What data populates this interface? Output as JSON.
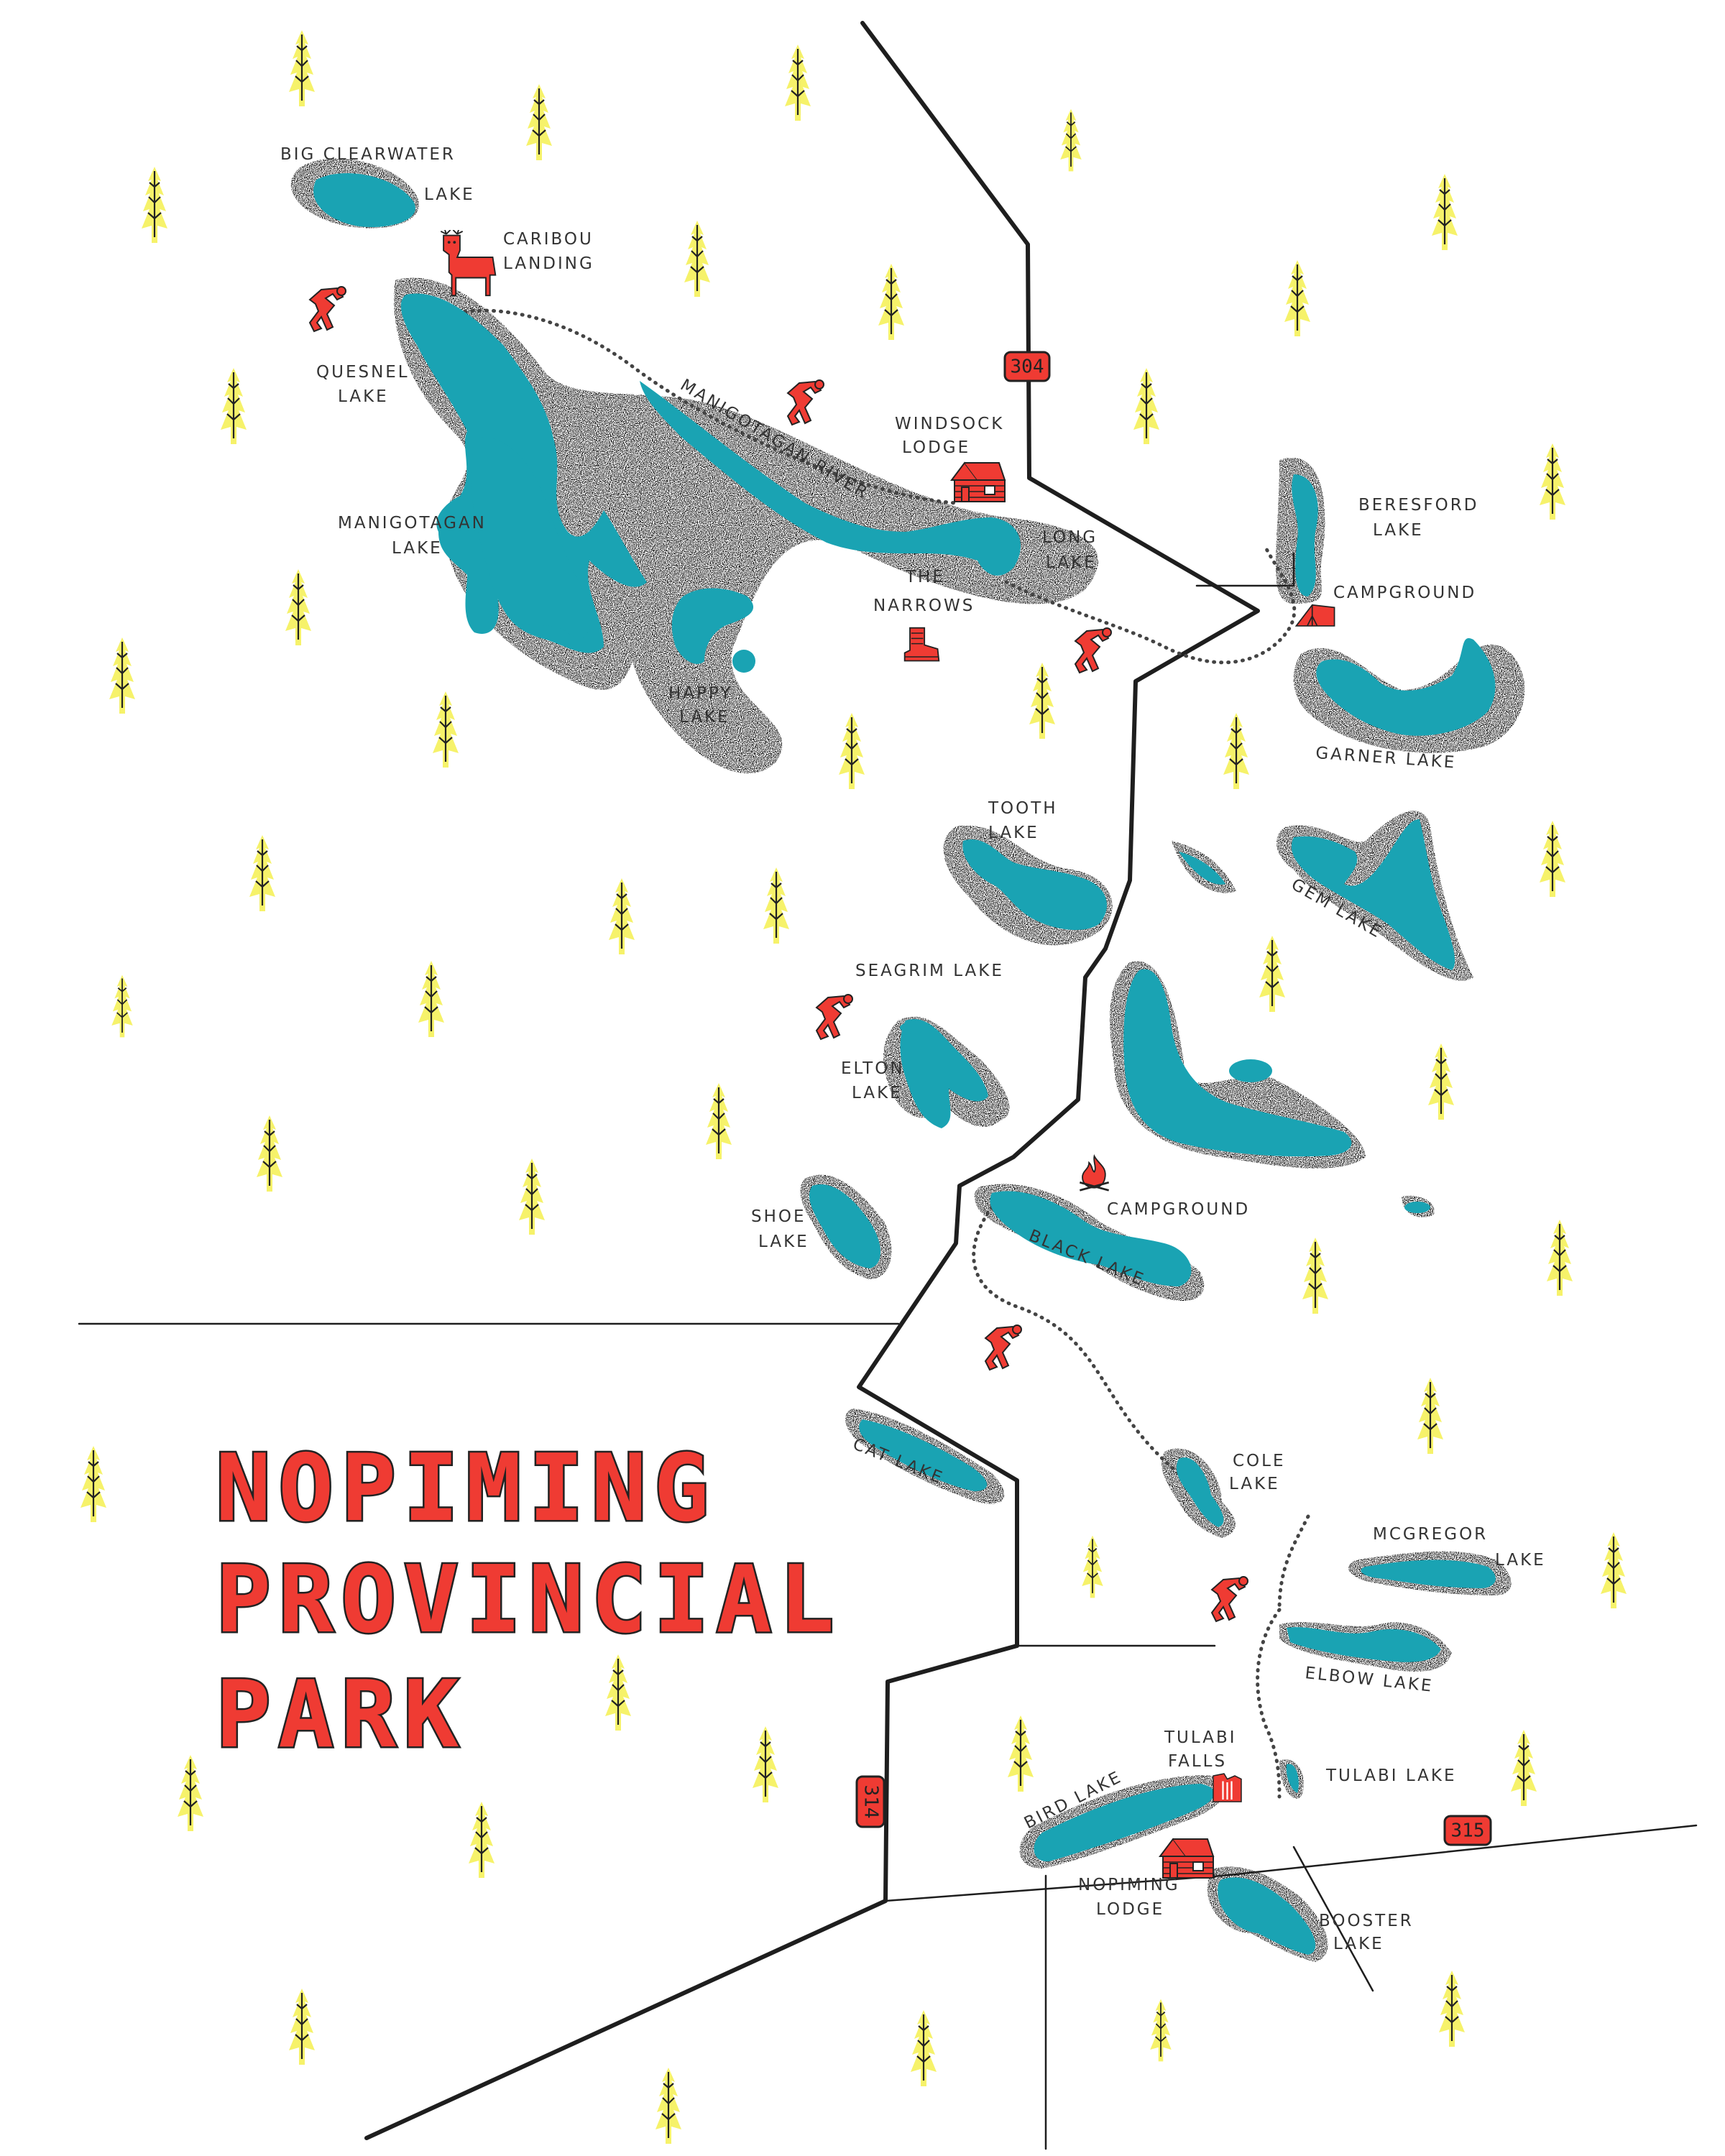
{
  "title": [
    "NOPIMING",
    "PROVINCIAL",
    "PARK"
  ],
  "colors": {
    "water": "#1aa3b3",
    "dots": "#1e1e1e",
    "icon_red": "#ef3b33",
    "tree_yellow": "#f6f26a",
    "road": "#1e1e1e",
    "trail": "#444444"
  },
  "highways": [
    "304",
    "314",
    "315"
  ],
  "labels": {
    "big_clearwater_1": "BIG CLEARWATER",
    "big_clearwater_2": "LAKE",
    "caribou_1": "CARIBOU",
    "caribou_2": "LANDING",
    "quesnel_1": "QUESNEL",
    "quesnel_2": "LAKE",
    "manigotagan_lake_1": "MANIGOTAGAN",
    "manigotagan_lake_2": "LAKE",
    "manigotagan_river": "MANIGOTAGAN RIVER",
    "happy_1": "HAPPY",
    "happy_2": "LAKE",
    "windsock_1": "WINDSOCK",
    "windsock_2": "LODGE",
    "long_1": "LONG",
    "long_2": "LAKE",
    "narrows_1": "THE",
    "narrows_2": "NARROWS",
    "beresford_1": "BERESFORD",
    "beresford_2": "LAKE",
    "campground_north": "CAMPGROUND",
    "garner": "GARNER LAKE",
    "tooth_1": "TOOTH",
    "tooth_2": "LAKE",
    "gem": "GEM LAKE",
    "seagrim": "SEAGRIM LAKE",
    "elton_1": "ELTON",
    "elton_2": "LAKE",
    "shoe_1": "SHOE",
    "shoe_2": "LAKE",
    "campground_south": "CAMPGROUND",
    "black": "BLACK LAKE",
    "cat": "CAT LAKE",
    "cole_1": "COLE",
    "cole_2": "LAKE",
    "mcgregor_1": "MCGREGOR",
    "mcgregor_2": "LAKE",
    "elbow": "ELBOW LAKE",
    "tulabi_falls_1": "TULABI",
    "tulabi_falls_2": "FALLS",
    "tulabi_lake": "TULABI LAKE",
    "bird": "BIRD LAKE",
    "nopiming_lodge_1": "NOPIMING",
    "nopiming_lodge_2": "LODGE",
    "booster_1": "BOOSTER",
    "booster_2": "LAKE"
  },
  "icons": {
    "hiker": "hiker-icon",
    "caribou": "caribou-icon",
    "cabin": "cabin-icon",
    "tent": "tent-icon",
    "boot": "boot-icon",
    "campfire": "campfire-icon",
    "tree": "pine-tree-icon"
  }
}
